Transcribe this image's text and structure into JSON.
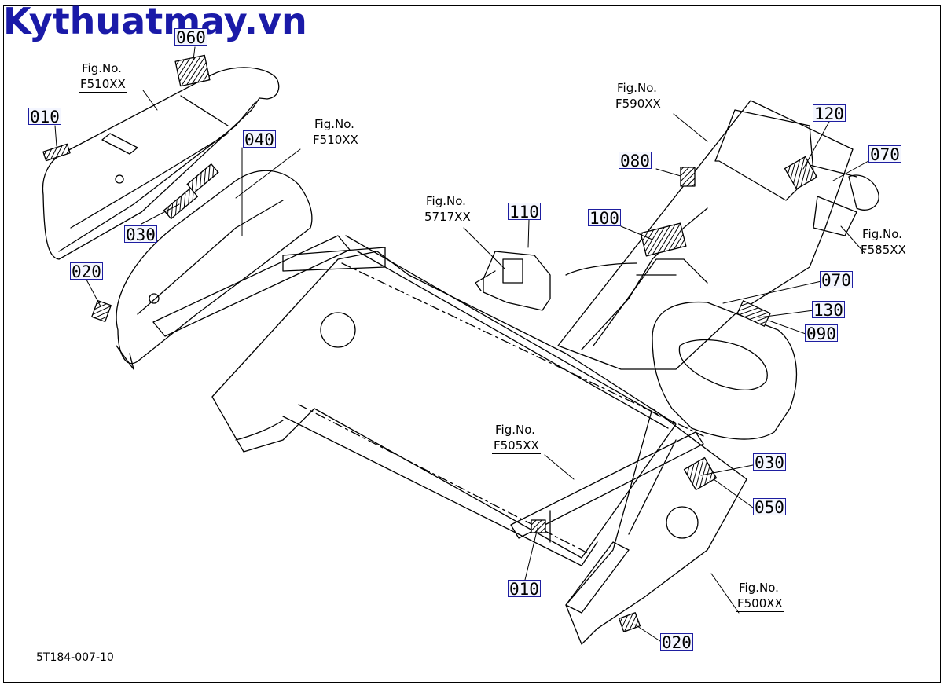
{
  "watermark": "Kythuatmay.vn",
  "diagram_code": "5T184-007-10",
  "callouts": {
    "c060": "060",
    "c010_top": "010",
    "c040": "040",
    "c030_left": "030",
    "c020_left": "020",
    "c110": "110",
    "c100": "100",
    "c080": "080",
    "c120": "120",
    "c070_top": "070",
    "c070_mid": "070",
    "c130": "130",
    "c090": "090",
    "c030_right": "030",
    "c050": "050",
    "c010_bottom": "010",
    "c020_bottom": "020"
  },
  "fig_refs": {
    "f510_a": {
      "label": "Fig.No.",
      "number": "F510XX"
    },
    "f510_b": {
      "label": "Fig.No.",
      "number": "F510XX"
    },
    "f5717": {
      "label": "Fig.No.",
      "number": "5717XX"
    },
    "f590": {
      "label": "Fig.No.",
      "number": "F590XX"
    },
    "f585": {
      "label": "Fig.No.",
      "number": "F585XX"
    },
    "f505": {
      "label": "Fig.No.",
      "number": "F505XX"
    },
    "f500": {
      "label": "Fig.No.",
      "number": "F500XX"
    }
  }
}
